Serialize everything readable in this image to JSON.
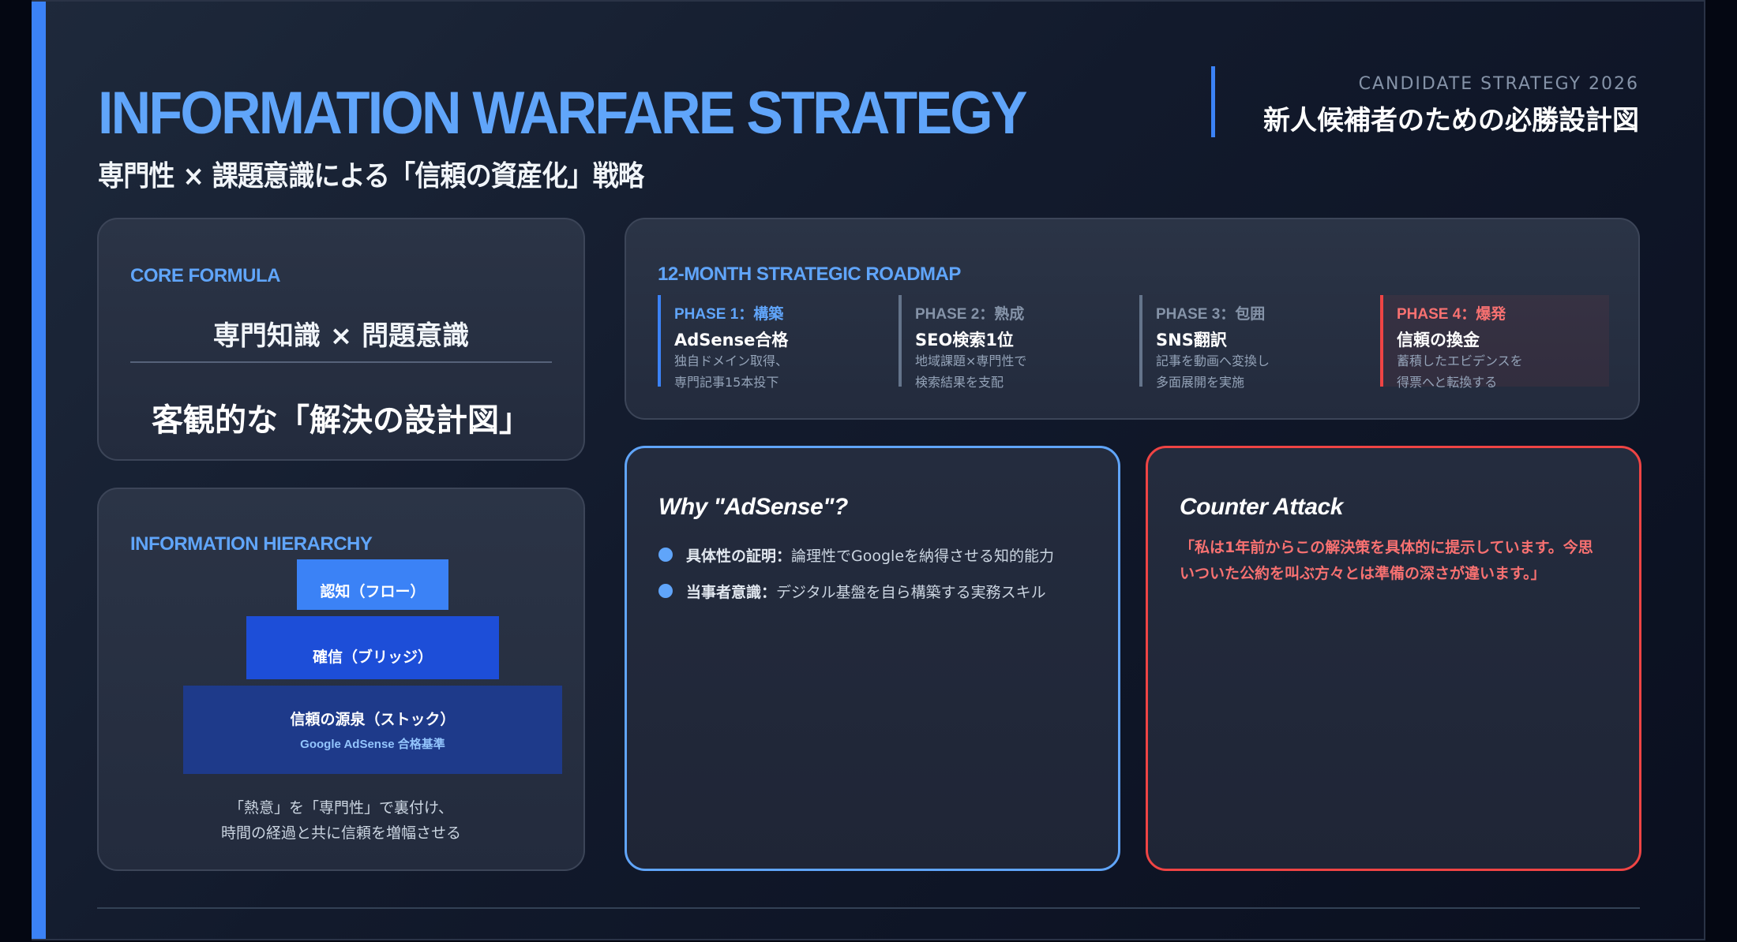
{
  "header": {
    "title": "INFORMATION WARFARE STRATEGY",
    "subtitle": "専門性 × 課題意識による「信頼の資産化」戦略",
    "eyebrow": "CANDIDATE STRATEGY 2026",
    "heading": "新人候補者のための必勝設計図"
  },
  "core_formula": {
    "label": "CORE FORMULA",
    "formula": "専門知識 × 問題意識",
    "result": "客観的な「解決の設計図」"
  },
  "hierarchy": {
    "label": "INFORMATION HIERARCHY",
    "levels": [
      {
        "label": "認知（フロー）",
        "color": "#3b82f6"
      },
      {
        "label": "確信（ブリッジ）",
        "color": "#1d4ed8"
      },
      {
        "label": "信頼の源泉（ストック）",
        "sub": "Google AdSense 合格基準",
        "color": "#1e3a8a"
      }
    ],
    "caption_line1": "「熱意」を「専門性」で裏付け、",
    "caption_line2": "時間の経過と共に信頼を増幅させる"
  },
  "roadmap": {
    "label": "12-MONTH STRATEGIC ROADMAP",
    "phases": [
      {
        "label": "PHASE 1：構築",
        "title": "AdSense合格",
        "desc1": "独自ドメイン取得、",
        "desc2": "専門記事15本投下",
        "color": "#3b82f6"
      },
      {
        "label": "PHASE 2：熟成",
        "title": "SEO検索1位",
        "desc1": "地域課題×専門性で",
        "desc2": "検索結果を支配",
        "color": "#64748b"
      },
      {
        "label": "PHASE 3：包囲",
        "title": "SNS翻訳",
        "desc1": "記事を動画へ変換し",
        "desc2": "多面展開を実施",
        "color": "#64748b"
      },
      {
        "label": "PHASE 4：爆発",
        "title": "信頼の換金",
        "desc1": "蓄積したエビデンスを",
        "desc2": "得票へと転換する",
        "color": "#ef4444"
      }
    ]
  },
  "why_adsense": {
    "title": "Why \"AdSense\"?",
    "items": [
      {
        "strong": "具体性の証明：",
        "text": "論理性でGoogleを納得させる知的能力"
      },
      {
        "strong": "当事者意識：",
        "text": "デジタル基盤を自ら構築する実務スキル"
      }
    ]
  },
  "counter_attack": {
    "title": "Counter Attack",
    "quote": "「私は1年前からこの解決策を具体的に提示しています。今思いついた公約を叫ぶ方々とは準備の深さが違います。」"
  },
  "colors": {
    "accent_blue": "#3b82f6",
    "label_blue": "#60a5fa",
    "alert_red": "#ef4444",
    "quote_red": "#f87171",
    "background": "#1e293b"
  }
}
